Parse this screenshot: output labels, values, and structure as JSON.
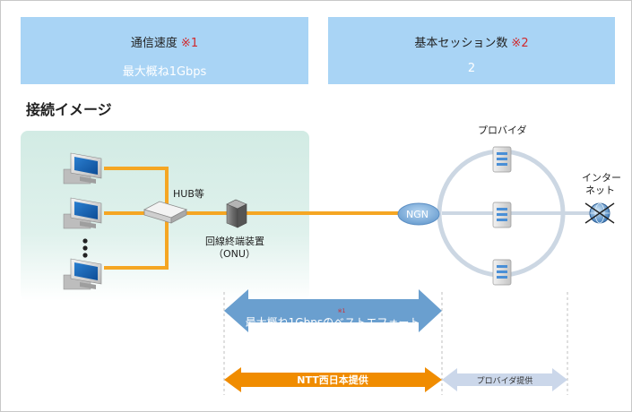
{
  "spec_boxes": [
    {
      "label": "通信速度",
      "note": "※1",
      "value": "最大概ね1Gbps"
    },
    {
      "label": "基本セッション数",
      "note": "※2",
      "value": "2"
    }
  ],
  "section_title": "接続イメージ",
  "labels": {
    "hub": "HUB等",
    "onu_line1": "回線終端装置",
    "onu_line2": "（ONU）",
    "ngn": "NGN",
    "provider": "プロバイダ",
    "internet_line1": "インター",
    "internet_line2": "ネット"
  },
  "arrows": {
    "speed_note": "※1",
    "speed": "最大概ね1Gbpsのベストエフォート",
    "ntt": "NTT西日本提供",
    "provider": "プロバイダ提供"
  },
  "colors": {
    "box_bg": "#a9d4f5",
    "area_bg": "#d2ebe4",
    "orange_line": "#f5a623",
    "orange_arrow": "#f08c00",
    "blue_arrow": "#6a9fcf",
    "ring": "#ccd7e3",
    "note_red": "#d0282c"
  }
}
